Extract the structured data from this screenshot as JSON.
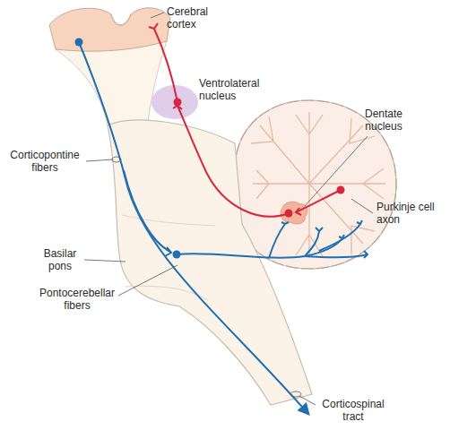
{
  "diagram": {
    "labels": [
      "Cerebral cortex",
      "Ventrolateral nucleus",
      "Dentate nucleus",
      "Corticopontine fibers",
      "Purkinje cell axon",
      "Basilar pons",
      "Pontocerebellar fibers",
      "Corticospinal tract"
    ]
  }
}
